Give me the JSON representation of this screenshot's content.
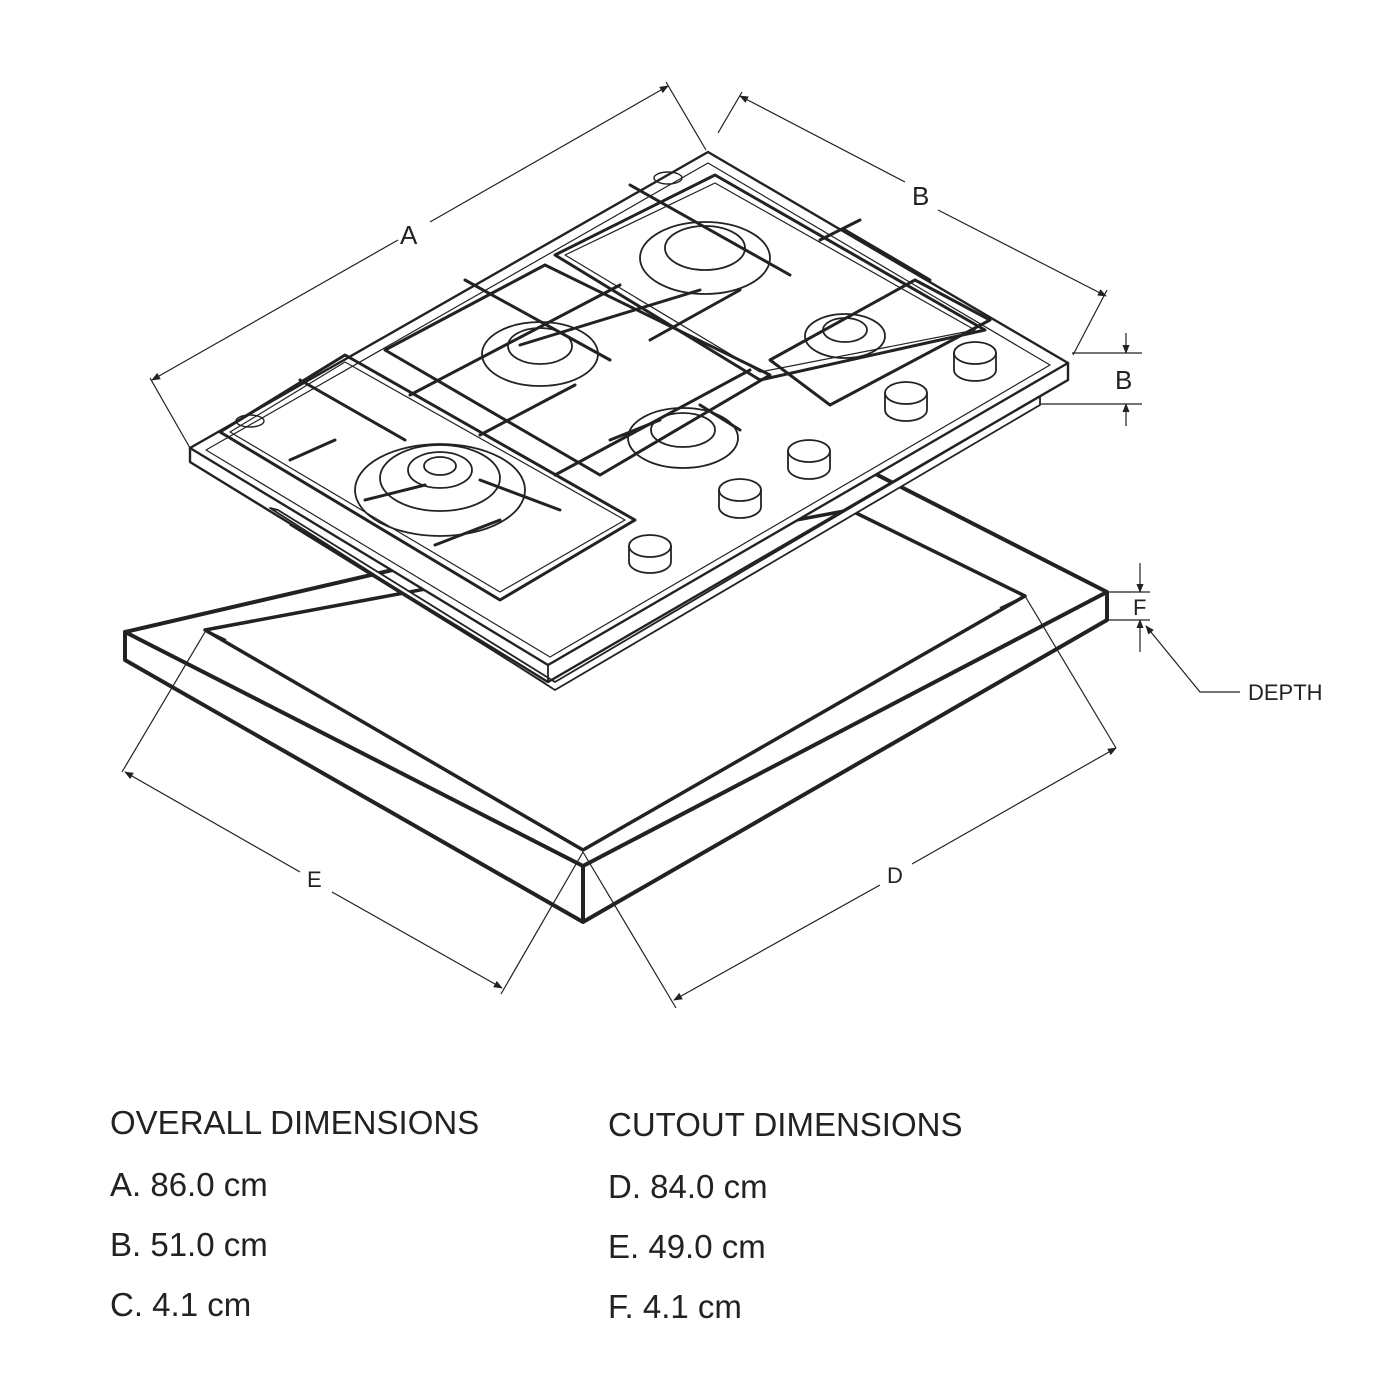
{
  "diagram": {
    "labels": {
      "a": "A",
      "b_top": "B",
      "b_side": "B",
      "d": "D",
      "e": "E",
      "f": "F",
      "depth": "DEPTH"
    }
  },
  "specs": {
    "overall": {
      "heading": "OVERALL DIMENSIONS",
      "a": "A. 86.0 cm",
      "b": "B. 51.0 cm",
      "c": "C. 4.1 cm"
    },
    "cutout": {
      "heading": "CUTOUT DIMENSIONS",
      "d": "D. 84.0 cm",
      "e": "E. 49.0 cm",
      "f": "F. 4.1 cm"
    }
  }
}
